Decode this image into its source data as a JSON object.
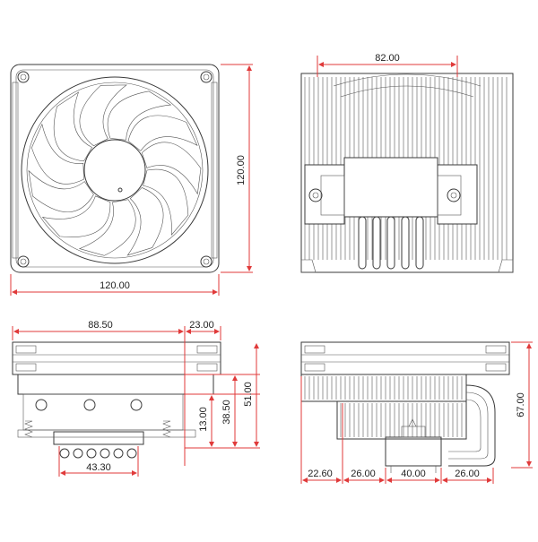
{
  "colors": {
    "dimension": "#e03a3a",
    "outline": "#3a3a3a",
    "background": "#ffffff"
  },
  "views": {
    "front_fan": {
      "width": "120.00",
      "height": "120.00"
    },
    "top": {
      "width": "82.00"
    },
    "side": {
      "left_offset": "88.50",
      "right_offset": "23.00",
      "base_width": "43.30",
      "dim_13": "13.00",
      "dim_38_5": "38.50",
      "dim_51": "51.00"
    },
    "rear": {
      "height": "67.00",
      "dims": [
        "22.60",
        "26.00",
        "40.00",
        "26.00"
      ]
    }
  }
}
